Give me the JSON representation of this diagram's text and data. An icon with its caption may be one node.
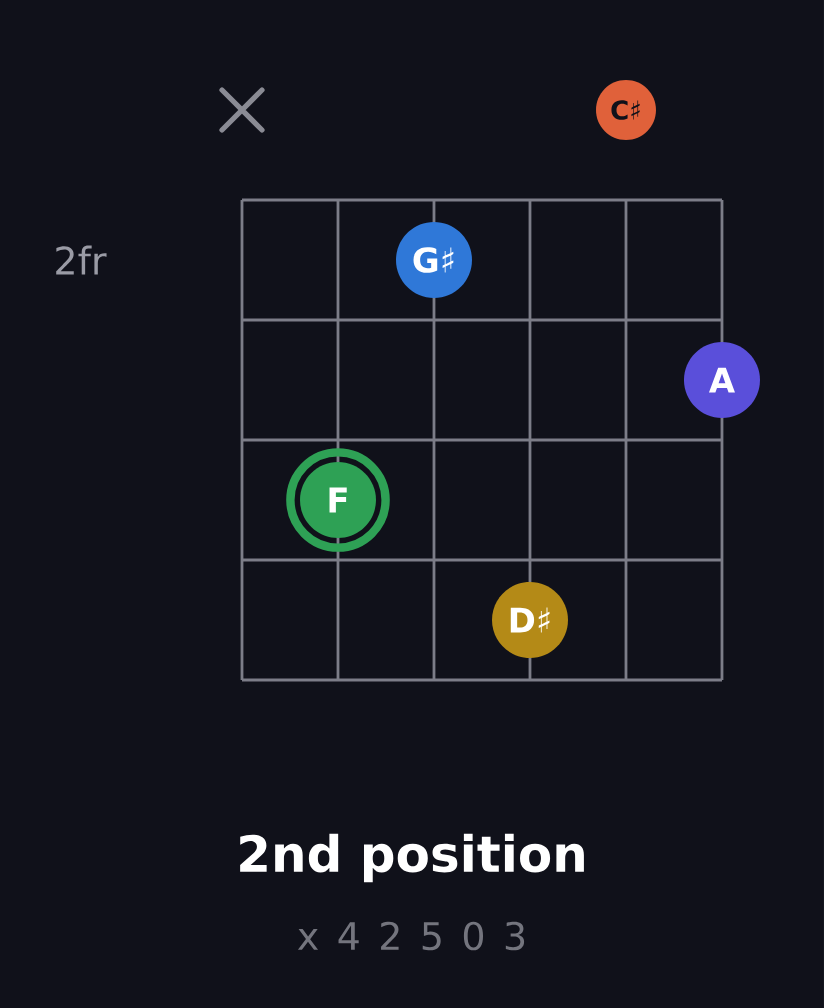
{
  "diagram": {
    "title": "2nd position",
    "caption": "x 4 2 5 0 3",
    "nodes": [
      {
        "text": [
          "C♯"
        ]
      },
      {
        "text": [
          "G♯"
        ]
      },
      {
        "text": [
          "A"
        ]
      },
      {
        "text": [
          "F"
        ]
      },
      {
        "text": [
          "D♯"
        ]
      }
    ],
    "labels": [
      "2fr"
    ]
  }
}
